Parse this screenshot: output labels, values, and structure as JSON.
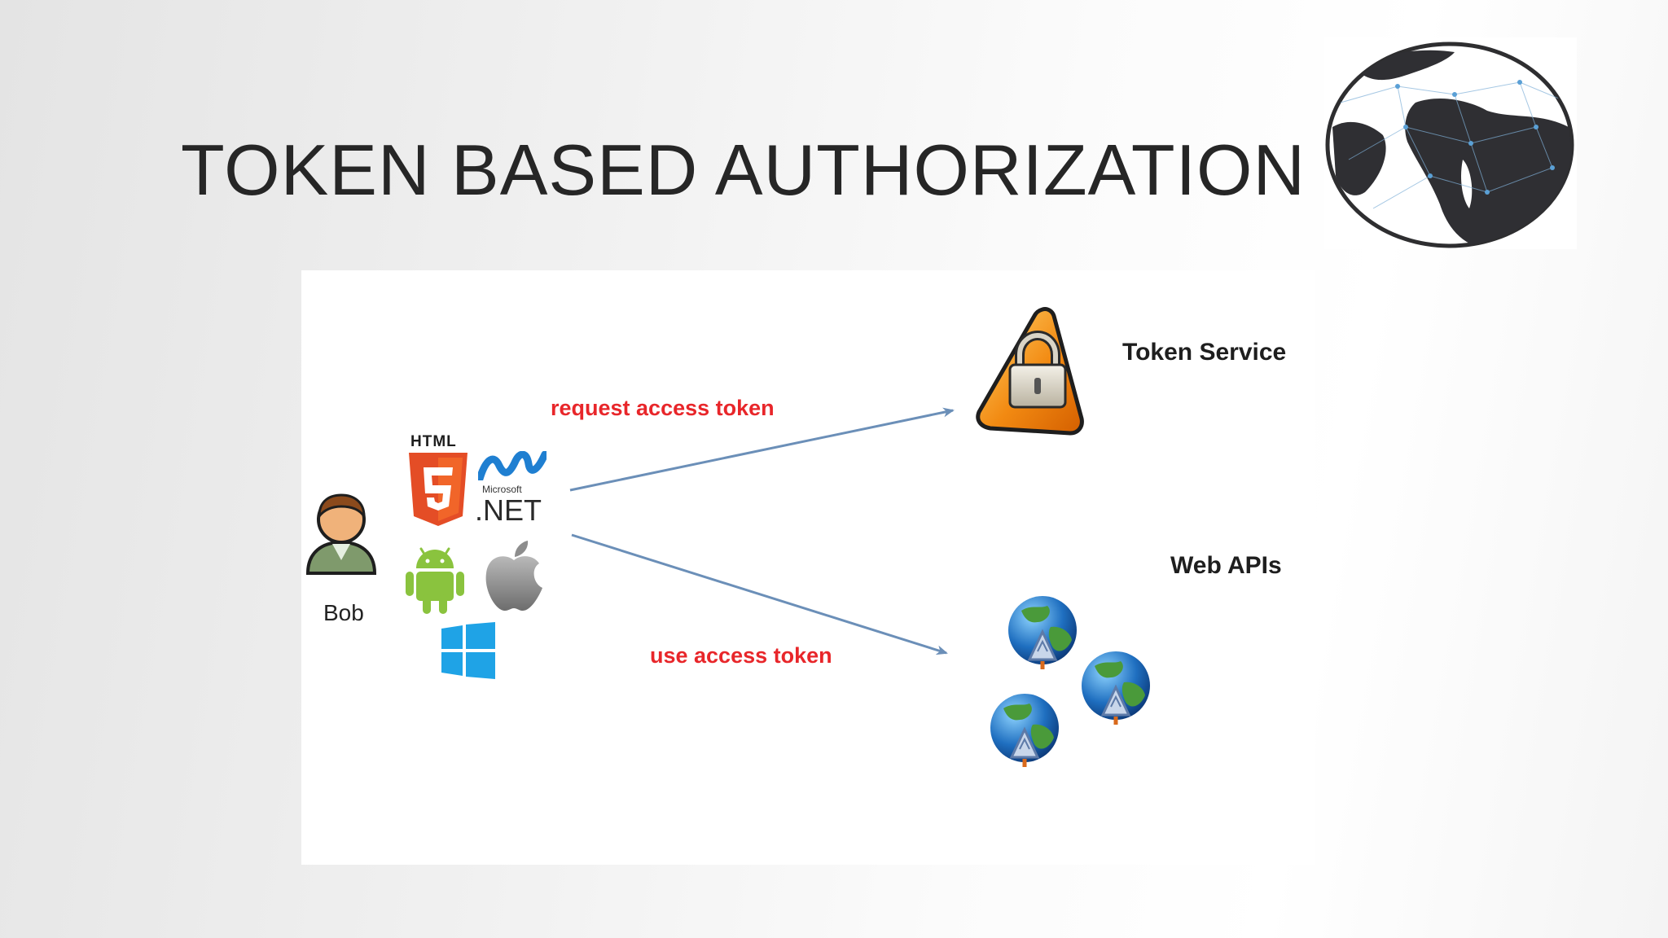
{
  "slide": {
    "title": "TOKEN BASED AUTHORIZATION",
    "globe_icon": "world-globe-network-icon"
  },
  "diagram": {
    "user": {
      "name": "Bob",
      "icon": "user-avatar-icon"
    },
    "client_platforms": [
      {
        "name": "html5",
        "label": "HTML",
        "icon": "html5-logo-icon"
      },
      {
        "name": "dotnet",
        "label_top": "Microsoft",
        "label": ".NET",
        "icon": "dotnet-logo-icon"
      },
      {
        "name": "android",
        "icon": "android-logo-icon"
      },
      {
        "name": "apple",
        "icon": "apple-logo-icon"
      },
      {
        "name": "windows",
        "icon": "windows-logo-icon"
      }
    ],
    "request_label": "request access token",
    "use_label": "use access token",
    "token_service": {
      "label": "Token Service",
      "icon": "padlock-warning-icon"
    },
    "web_apis": {
      "label": "Web APIs",
      "icon": "globe-api-icon"
    },
    "colors": {
      "arrow": "#6b8fb8",
      "label_red": "#e8262a",
      "html5_orange": "#e44d26",
      "dotnet_blue": "#1f7fd1",
      "android_green": "#8ac33e",
      "windows_blue": "#1fa3e6",
      "warning_orange": "#f28a12"
    }
  }
}
